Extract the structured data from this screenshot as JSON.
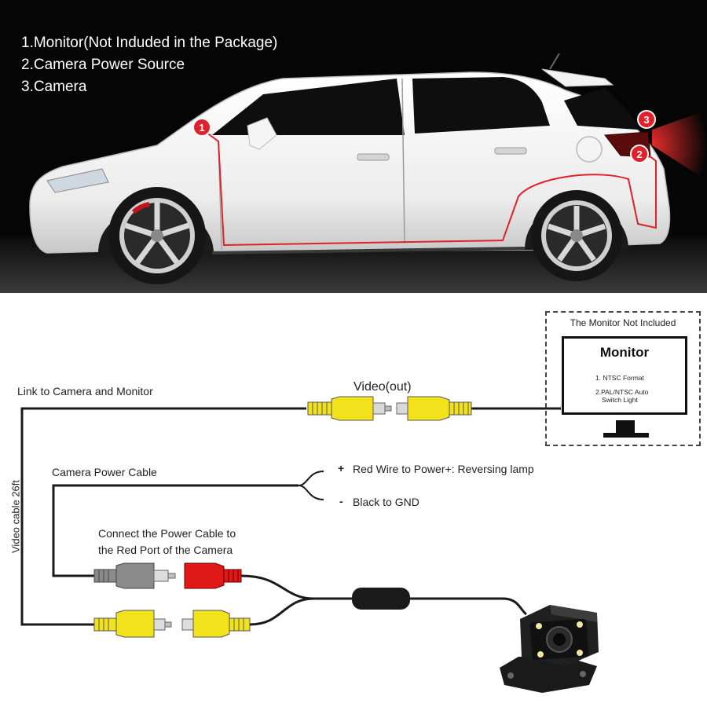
{
  "legend": {
    "line1": "1.Monitor(Not Induded in the Package)",
    "line2": "2.Camera Power Source",
    "line3": "3.Camera"
  },
  "markers": [
    "1",
    "2",
    "3"
  ],
  "diagram": {
    "monitor_caption": "The Monitor Not Included",
    "monitor_title": "Monitor",
    "monitor_item1": "1. NTSC Format",
    "monitor_item2a": "2.PAL/NTSC Auto",
    "monitor_item2b": "Switch Light",
    "link_label": "Link to Camera and Monitor",
    "video_out": "Video(out)",
    "power_cable": "Camera Power Cable",
    "plus_sign": "+",
    "red_wire": "Red Wire to Power+: Reversing lamp",
    "minus_sign": "-",
    "black_gnd": "Black to GND",
    "connect_line1": "Connect the Power Cable to",
    "connect_line2": "the Red Port of the Camera",
    "video_cable": "Video cable 26ft"
  },
  "colors": {
    "marker_red": "#e0202a",
    "rca_yellow": "#f2e21c",
    "rca_red": "#e01818",
    "rca_gray": "#8a8a8a",
    "wire": "#1a1a1a"
  }
}
